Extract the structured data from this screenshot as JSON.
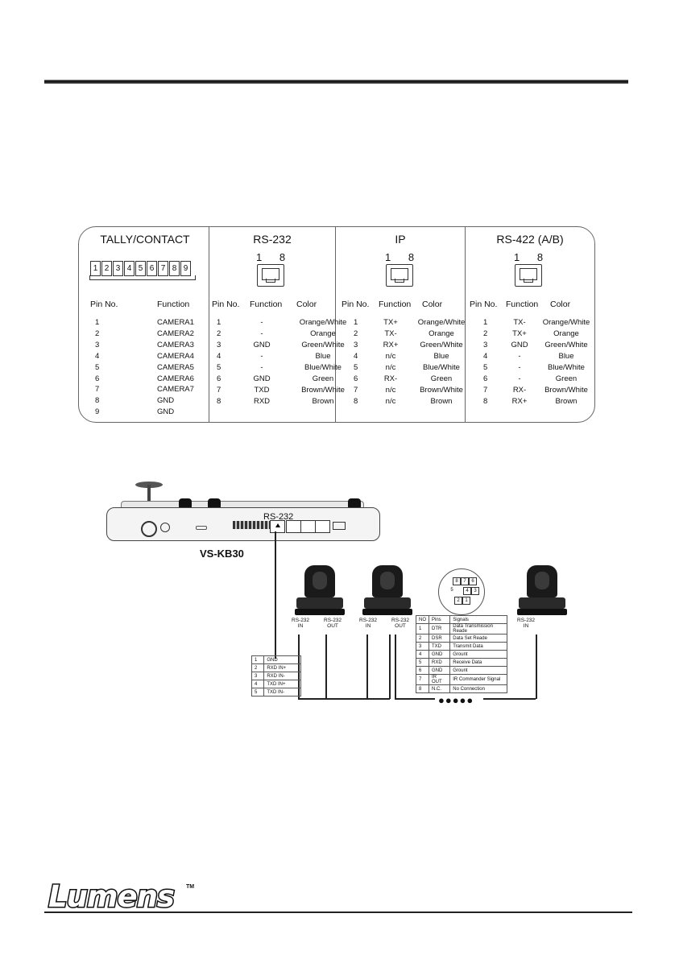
{
  "pin_table": {
    "tally": {
      "title": "TALLY/CONTACT",
      "terminals": [
        "1",
        "2",
        "3",
        "4",
        "5",
        "6",
        "7",
        "8",
        "9"
      ],
      "headers": {
        "pin": "Pin No.",
        "function": "Function"
      },
      "rows": [
        {
          "pin": "1",
          "function": "CAMERA1"
        },
        {
          "pin": "2",
          "function": "CAMERA2"
        },
        {
          "pin": "3",
          "function": "CAMERA3"
        },
        {
          "pin": "4",
          "function": "CAMERA4"
        },
        {
          "pin": "5",
          "function": "CAMERA5"
        },
        {
          "pin": "6",
          "function": "CAMERA6"
        },
        {
          "pin": "7",
          "function": "CAMERA7"
        },
        {
          "pin": "8",
          "function": "GND"
        },
        {
          "pin": "9",
          "function": "GND"
        }
      ]
    },
    "rs232": {
      "title": "RS-232",
      "pin_nums": "1      8",
      "headers": {
        "pin": "Pin No.",
        "function": "Function",
        "color": "Color"
      },
      "rows": [
        {
          "pin": "1",
          "function": "-",
          "color": "Orange/White"
        },
        {
          "pin": "2",
          "function": "-",
          "color": "Orange"
        },
        {
          "pin": "3",
          "function": "GND",
          "color": "Green/White"
        },
        {
          "pin": "4",
          "function": "-",
          "color": "Blue"
        },
        {
          "pin": "5",
          "function": "-",
          "color": "Blue/White"
        },
        {
          "pin": "6",
          "function": "GND",
          "color": "Green"
        },
        {
          "pin": "7",
          "function": "TXD",
          "color": "Brown/White"
        },
        {
          "pin": "8",
          "function": "RXD",
          "color": "Brown"
        }
      ]
    },
    "ip": {
      "title": "IP",
      "pin_nums": "1      8",
      "headers": {
        "pin": "Pin No.",
        "function": "Function",
        "color": "Color"
      },
      "rows": [
        {
          "pin": "1",
          "function": "TX+",
          "color": "Orange/White"
        },
        {
          "pin": "2",
          "function": "TX-",
          "color": "Orange"
        },
        {
          "pin": "3",
          "function": "RX+",
          "color": "Green/White"
        },
        {
          "pin": "4",
          "function": "n/c",
          "color": "Blue"
        },
        {
          "pin": "5",
          "function": "n/c",
          "color": "Blue/White"
        },
        {
          "pin": "6",
          "function": "RX-",
          "color": "Green"
        },
        {
          "pin": "7",
          "function": "n/c",
          "color": "Brown/White"
        },
        {
          "pin": "8",
          "function": "n/c",
          "color": "Brown"
        }
      ]
    },
    "rs422": {
      "title": "RS-422 (A/B)",
      "pin_nums": "1      8",
      "headers": {
        "pin": "Pin No.",
        "function": "Function",
        "color": "Color"
      },
      "rows": [
        {
          "pin": "1",
          "function": "TX-",
          "color": "Orange/White"
        },
        {
          "pin": "2",
          "function": "TX+",
          "color": "Orange"
        },
        {
          "pin": "3",
          "function": "GND",
          "color": "Green/White"
        },
        {
          "pin": "4",
          "function": "-",
          "color": "Blue"
        },
        {
          "pin": "5",
          "function": "-",
          "color": "Blue/White"
        },
        {
          "pin": "6",
          "function": "-",
          "color": "Green"
        },
        {
          "pin": "7",
          "function": "RX-",
          "color": "Brown/White"
        },
        {
          "pin": "8",
          "function": "RX+",
          "color": "Brown"
        }
      ]
    }
  },
  "diagram": {
    "keyboard_label": "VS-KB30",
    "rs232_port_label": "RS-232",
    "cam_labels": {
      "in": "RS-232\nIN",
      "out": "RS-232\nOUT"
    },
    "connector_table": [
      {
        "no": "1",
        "sig": "GND"
      },
      {
        "no": "2",
        "sig": "RXD IN+"
      },
      {
        "no": "3",
        "sig": "RXD IN-"
      },
      {
        "no": "4",
        "sig": "TXD IN+"
      },
      {
        "no": "5",
        "sig": "TXD IN-"
      }
    ],
    "dots": "●●●●●",
    "din_pins": [
      "8",
      "7",
      "6",
      "5",
      "4",
      "3",
      "2",
      "1"
    ],
    "signal_table": {
      "headers": {
        "no": "NO",
        "pins": "Pins",
        "signals": "Signals"
      },
      "rows": [
        {
          "no": "1",
          "pins": "DTR",
          "signals": "Data Transmission Reade"
        },
        {
          "no": "2",
          "pins": "DSR",
          "signals": "Data Set Reade"
        },
        {
          "no": "3",
          "pins": "TXD",
          "signals": "Transmit Data"
        },
        {
          "no": "4",
          "pins": "GND",
          "signals": "Grount"
        },
        {
          "no": "5",
          "pins": "RXD",
          "signals": "Receive Data"
        },
        {
          "no": "6",
          "pins": "GND",
          "signals": "Grount"
        },
        {
          "no": "7",
          "pins": "IR OUT",
          "signals": "IR Commander Signal"
        },
        {
          "no": "8",
          "pins": "N.C.",
          "signals": "No Connection"
        }
      ]
    }
  },
  "footer": {
    "logo": "Lumens",
    "tm": "TM"
  }
}
